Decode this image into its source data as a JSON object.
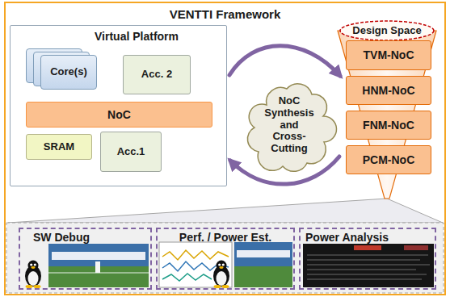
{
  "diagram": {
    "nodes": [
      {
        "text": [
          "VENTTI Framework"
        ]
      },
      {
        "text": [
          "Virtual Platform"
        ],
        "in": 0
      },
      {
        "text": [
          "Core(s)"
        ],
        "in": 1
      },
      {
        "text": [
          "Acc. 2"
        ],
        "in": 1
      },
      {
        "text": [
          "NoC"
        ],
        "in": 1
      },
      {
        "text": [
          "SRAM"
        ],
        "in": 1
      },
      {
        "text": [
          "Acc.1"
        ],
        "in": 1
      },
      {
        "text": [
          "NoC Synthesis and Cross-Cutting"
        ],
        "in": 0
      },
      {
        "text": [
          "Design Space"
        ],
        "in": 0
      },
      {
        "text": [
          "TVM-NoC"
        ],
        "in": 8
      },
      {
        "text": [
          "HNM-NoC"
        ],
        "in": 8
      },
      {
        "text": [
          "FNM-NoC"
        ],
        "in": 8
      },
      {
        "text": [
          "PCM-NoC"
        ],
        "in": 8
      },
      {
        "text": [
          "SW Debug"
        ],
        "in": 0
      },
      {
        "text": [
          "Perf. / Power Est."
        ],
        "in": 0
      },
      {
        "text": [
          "Power Analysis"
        ],
        "in": 0
      }
    ],
    "edges": [
      {
        "from": 1,
        "to": 8,
        "arrow": "to"
      },
      {
        "from": 8,
        "to": 1,
        "arrow": "to"
      }
    ]
  }
}
